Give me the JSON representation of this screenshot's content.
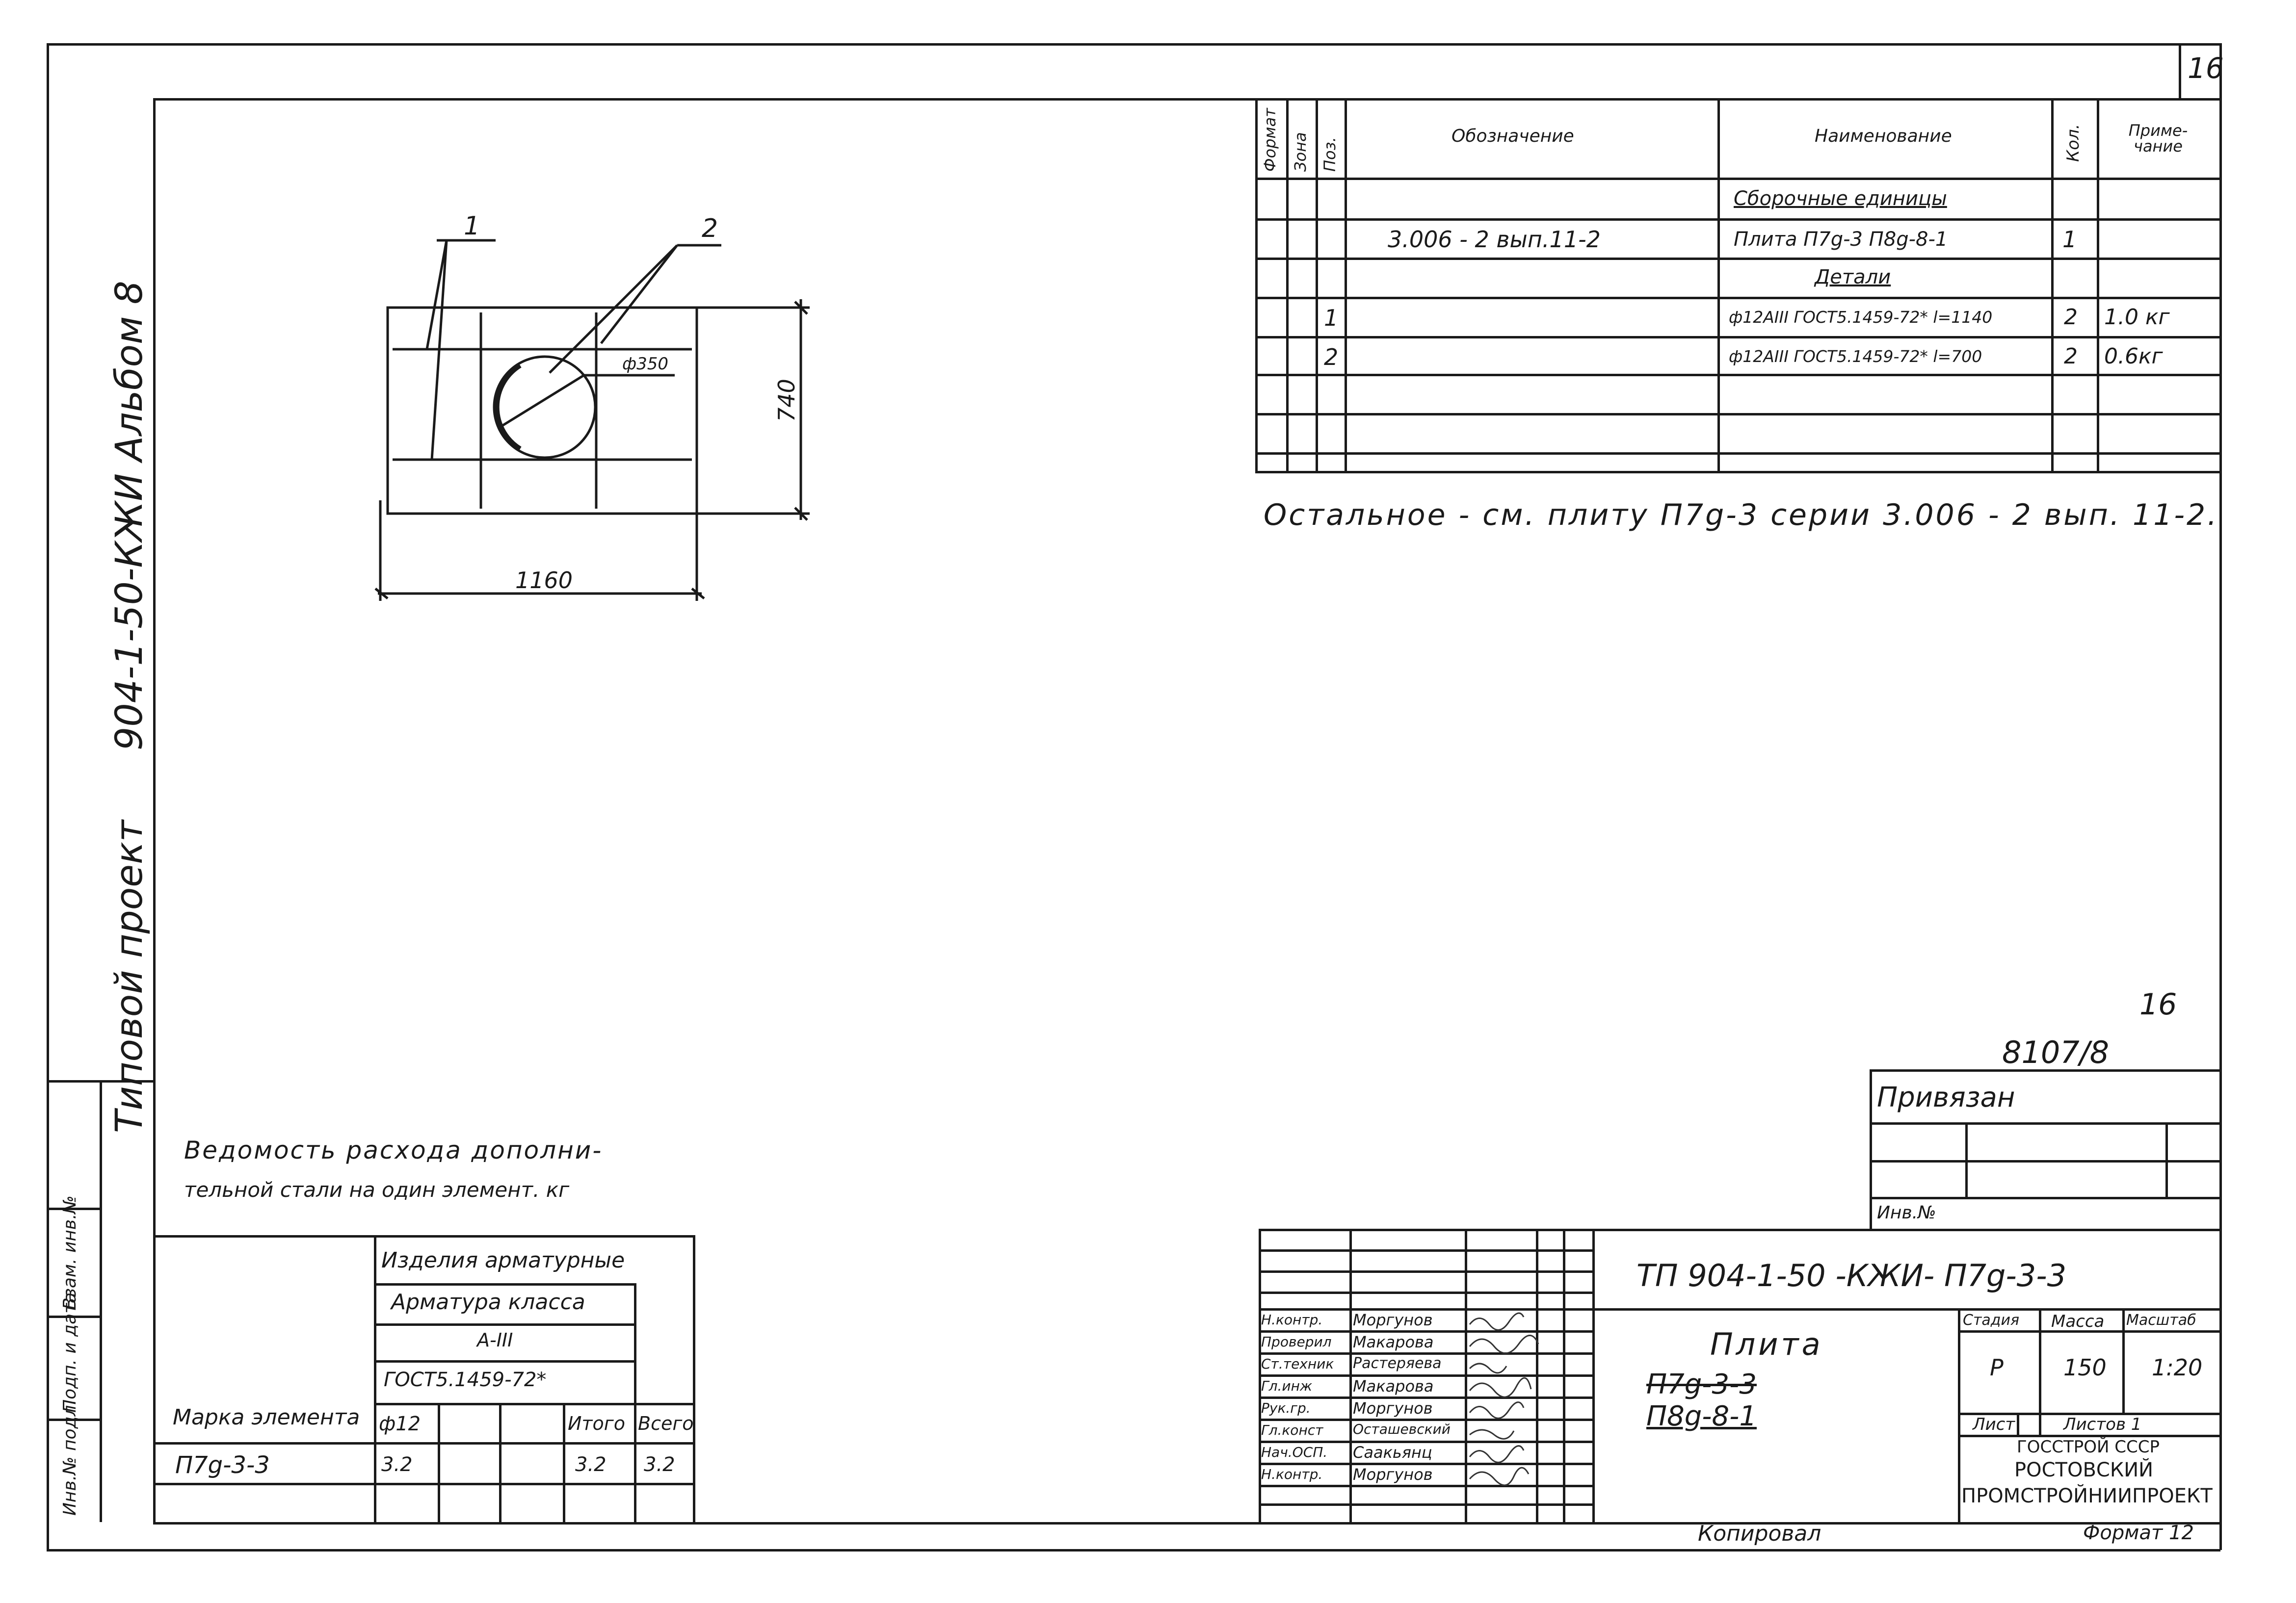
{
  "sheet_corner": "16",
  "side_stamp": {
    "project": "Типовой проект",
    "code": "904-1-50-КЖИ Альбом 8",
    "cells": [
      "Инв.№ подл.",
      "Подп. и дата",
      "Взам. инв.№"
    ]
  },
  "drawing": {
    "leader_1": "1",
    "leader_2": "2",
    "diameter": "ф350",
    "width": "1160",
    "height": "740"
  },
  "spec": {
    "headers": [
      "Формат",
      "Зона",
      "Поз.",
      "Обозначение",
      "Наименование",
      "Кол.",
      "Приме-чание"
    ],
    "rows": [
      {
        "pos": "",
        "designation": "",
        "name": "Сборочные единицы",
        "qty": "",
        "note": ""
      },
      {
        "pos": "",
        "designation": "3.006 - 2 вып.11-2",
        "name": "Плита П7g-3 П8g-8-1",
        "qty": "1",
        "note": ""
      },
      {
        "pos": "",
        "designation": "",
        "name": "Детали",
        "qty": "",
        "note": ""
      },
      {
        "pos": "1",
        "designation": "",
        "name": "ф12АIII ГОСТ5.1459-72* l=1140",
        "qty": "2",
        "note": "1.0 кг"
      },
      {
        "pos": "2",
        "designation": "",
        "name": "ф12АIII ГОСТ5.1459-72* l=700",
        "qty": "2",
        "note": "0.6кг"
      }
    ],
    "footnote": "Остальное - см. плиту П7g-3 серии 3.006 - 2 вып. 11-2."
  },
  "steel": {
    "title_line1": "Ведомость расхода дополни-",
    "title_line2": "тельной стали на один элемент. кг",
    "header_group": "Изделия арматурные",
    "header_class": "Арматура класса",
    "header_grade": "А-III",
    "header_gost": "ГОСТ5.1459-72*",
    "col_mark": "Марка элемента",
    "col_d": "ф12",
    "col_itogo": "Итого",
    "col_vsego": "Всего",
    "row_mark": "П7g-3-3",
    "row_d": "3.2",
    "row_itogo": "3.2",
    "row_vsego": "3.2"
  },
  "binding": {
    "number": "16",
    "ref": "8107/8",
    "label": "Привязан",
    "inv": "Инв.№"
  },
  "title_block": {
    "code": "ТП 904-1-50 -КЖИ- П7g-3-3",
    "name": "Плита",
    "name_line2": "П7g-3-3",
    "name_line3": "П8g-8-1",
    "stage_label": "Стадия",
    "mass_label": "Масса",
    "scale_label": "Масштаб",
    "stage": "Р",
    "mass": "150",
    "scale": "1:20",
    "sheet_label": "Лист",
    "sheets_label": "Листов 1",
    "org1": "ГОССТРОЙ СССР",
    "org2": "РОСТОВСКИЙ",
    "org3": "ПРОМСТРОЙНИИПРОЕКТ",
    "people": [
      {
        "role": "Н.контр.",
        "name": "Моргунов"
      },
      {
        "role": "Проверил",
        "name": "Макарова"
      },
      {
        "role": "Ст.техник",
        "name": "Растеряева"
      },
      {
        "role": "Гл.инж",
        "name": "Макарова"
      },
      {
        "role": "Рук.гр.",
        "name": "Моргунов"
      },
      {
        "role": "Гл.конст",
        "name": "Осташевский"
      },
      {
        "role": "Нач.ОСП.",
        "name": "Саакьянц"
      },
      {
        "role": "Н.контр.",
        "name": "Моргунов"
      }
    ]
  },
  "bottom": {
    "copied": "Копировал",
    "format": "Формат 12"
  }
}
